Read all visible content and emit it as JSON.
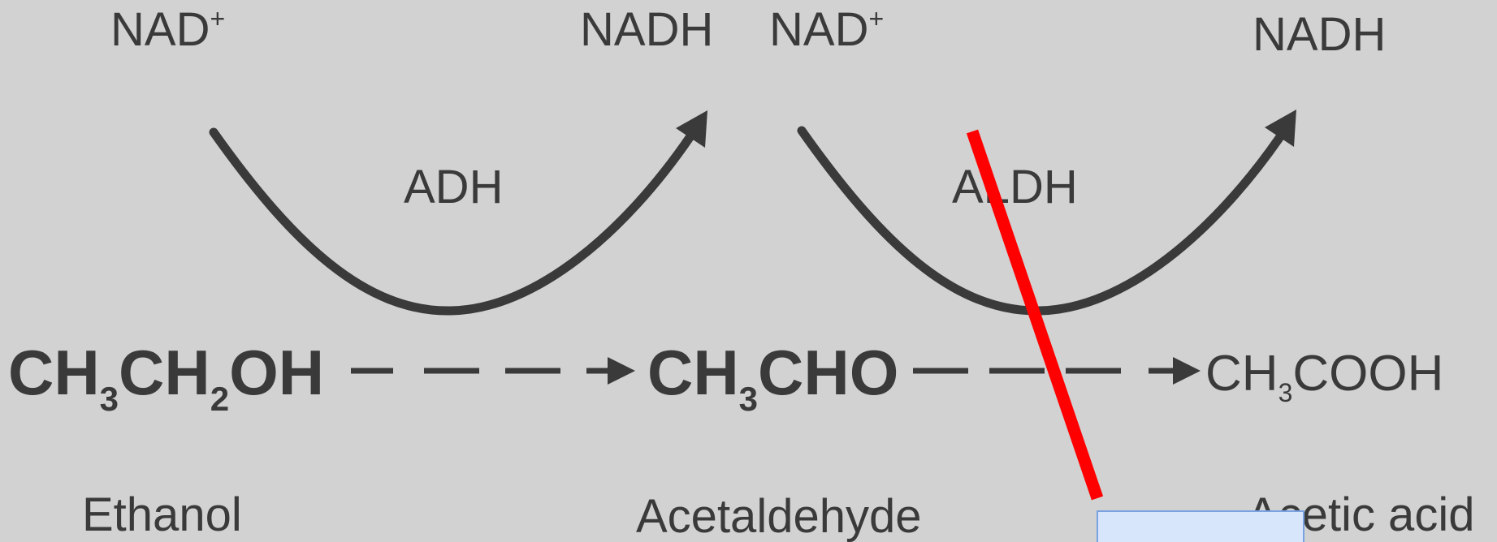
{
  "diagram": {
    "cofactors": {
      "nad_left": {
        "base": "NAD",
        "sup": "+"
      },
      "nadh_left": "NADH",
      "nad_right": {
        "base": "NAD",
        "sup": "+"
      },
      "nadh_right": "NADH"
    },
    "enzymes": {
      "adh": "ADH",
      "aldh": "ALDH"
    },
    "compounds": {
      "ethanol": {
        "formula_parts": [
          "CH",
          "3",
          "CH",
          "2",
          "OH"
        ],
        "name": "Ethanol"
      },
      "acetaldehyde": {
        "formula_parts": [
          "CH",
          "3",
          "CHO"
        ],
        "name": "Acetaldehyde"
      },
      "acetic_acid": {
        "formula_parts": [
          "CH",
          "3",
          "COOH"
        ],
        "name": "Acetic acid"
      }
    },
    "colors": {
      "background": "#d2d2d2",
      "ink": "#3a3a3a",
      "annotation_line": "#ff0000",
      "highlight_fill": "#d8e6fb",
      "highlight_border": "#7aa2e0"
    }
  }
}
